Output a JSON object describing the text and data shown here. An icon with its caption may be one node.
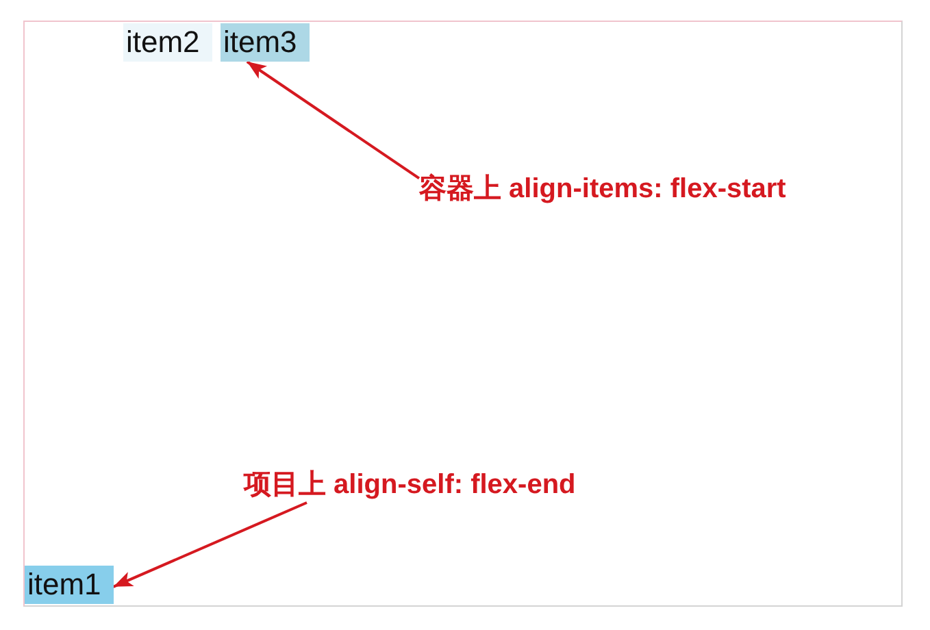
{
  "diagram": {
    "nodes": [
      {
        "text": [],
        "shape": "box"
      },
      {
        "text": [
          "item2"
        ],
        "in": 0
      },
      {
        "text": [
          "item3"
        ],
        "in": 0
      },
      {
        "text": [
          "容器上 align-items: flex-start"
        ],
        "in": 0
      },
      {
        "text": [
          "项目上 align-self: flex-end"
        ],
        "in": 0
      },
      {
        "text": [
          "item1"
        ],
        "in": 0
      }
    ],
    "edges": [
      {
        "from": 3,
        "to": 2,
        "arrow": "to"
      },
      {
        "from": 4,
        "to": 5,
        "arrow": "to"
      }
    ]
  }
}
